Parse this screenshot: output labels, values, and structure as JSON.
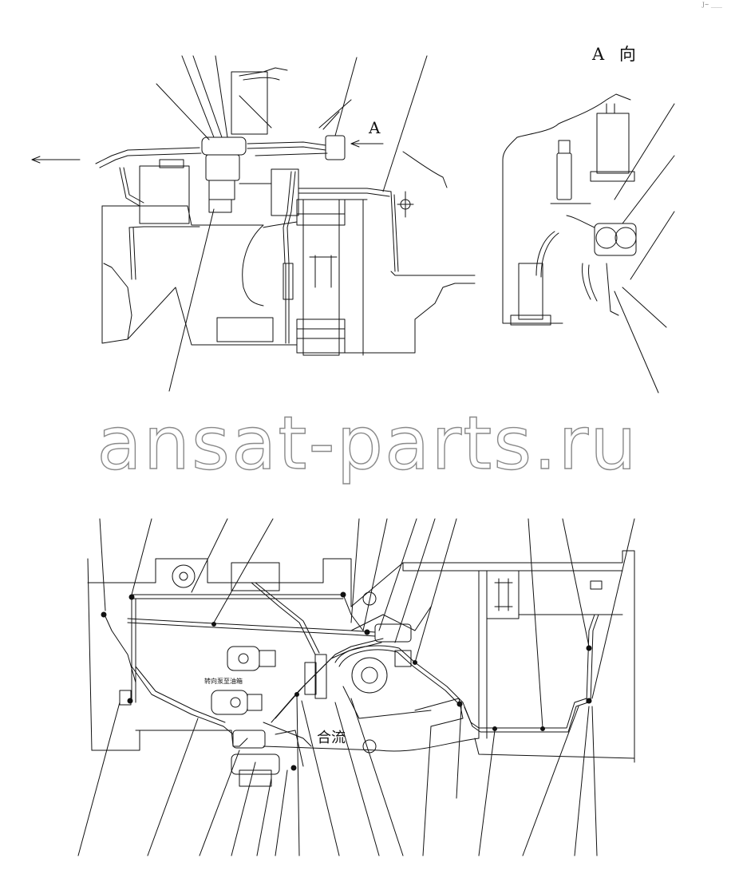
{
  "diagram": {
    "view_label": "A 向",
    "arrow_label": "A",
    "junction_label": "合流",
    "pump_note": "转向泵至油箱",
    "corner_mark": "J~ ____"
  },
  "watermark": {
    "text": "ansat-parts.ru"
  },
  "colors": {
    "line": "#111111",
    "watermark_outline": "#8a8a8a",
    "background": "#ffffff"
  }
}
